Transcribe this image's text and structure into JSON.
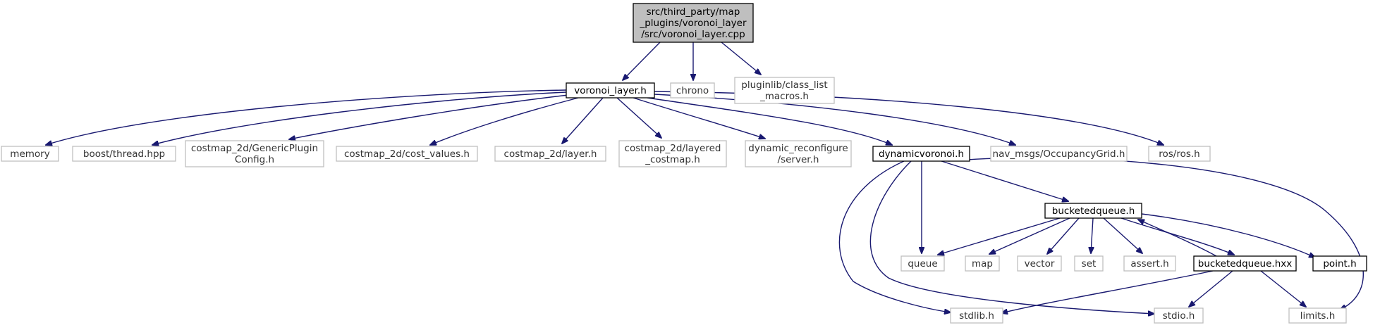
{
  "graph": {
    "nodes": {
      "root": {
        "lines": [
          "src/third_party/map",
          "_plugins/voronoi_layer",
          "/src/voronoi_layer.cpp"
        ],
        "kind": "root"
      },
      "voronoi_layer_h": {
        "lines": [
          "voronoi_layer.h"
        ],
        "kind": "doc"
      },
      "chrono": {
        "lines": [
          "chrono"
        ],
        "kind": "external"
      },
      "pluginlib": {
        "lines": [
          "pluginlib/class_list",
          "_macros.h"
        ],
        "kind": "external"
      },
      "memory": {
        "lines": [
          "memory"
        ],
        "kind": "external"
      },
      "boost_thread": {
        "lines": [
          "boost/thread.hpp"
        ],
        "kind": "external"
      },
      "generic_plugin": {
        "lines": [
          "costmap_2d/GenericPlugin",
          "Config.h"
        ],
        "kind": "external"
      },
      "cost_values": {
        "lines": [
          "costmap_2d/cost_values.h"
        ],
        "kind": "external"
      },
      "layer_h": {
        "lines": [
          "costmap_2d/layer.h"
        ],
        "kind": "external"
      },
      "layered_costmap": {
        "lines": [
          "costmap_2d/layered",
          "_costmap.h"
        ],
        "kind": "external"
      },
      "dyn_reconf": {
        "lines": [
          "dynamic_reconfigure",
          "/server.h"
        ],
        "kind": "external"
      },
      "dynamicvoronoi": {
        "lines": [
          "dynamicvoronoi.h"
        ],
        "kind": "doc"
      },
      "occupancy": {
        "lines": [
          "nav_msgs/OccupancyGrid.h"
        ],
        "kind": "external"
      },
      "ros_h": {
        "lines": [
          "ros/ros.h"
        ],
        "kind": "external"
      },
      "bucketedqueue_h": {
        "lines": [
          "bucketedqueue.h"
        ],
        "kind": "doc"
      },
      "queue": {
        "lines": [
          "queue"
        ],
        "kind": "external"
      },
      "map": {
        "lines": [
          "map"
        ],
        "kind": "external"
      },
      "vector": {
        "lines": [
          "vector"
        ],
        "kind": "external"
      },
      "set": {
        "lines": [
          "set"
        ],
        "kind": "external"
      },
      "assert_h": {
        "lines": [
          "assert.h"
        ],
        "kind": "external"
      },
      "bucketedqueue_hxx": {
        "lines": [
          "bucketedqueue.hxx"
        ],
        "kind": "doc"
      },
      "point_h": {
        "lines": [
          "point.h"
        ],
        "kind": "doc"
      },
      "stdlib_h": {
        "lines": [
          "stdlib.h"
        ],
        "kind": "external"
      },
      "stdio_h": {
        "lines": [
          "stdio.h"
        ],
        "kind": "external"
      },
      "limits_h": {
        "lines": [
          "limits.h"
        ],
        "kind": "external"
      }
    },
    "edges": [
      [
        "root",
        "voronoi_layer_h"
      ],
      [
        "root",
        "chrono"
      ],
      [
        "root",
        "pluginlib"
      ],
      [
        "voronoi_layer_h",
        "memory"
      ],
      [
        "voronoi_layer_h",
        "boost_thread"
      ],
      [
        "voronoi_layer_h",
        "generic_plugin"
      ],
      [
        "voronoi_layer_h",
        "cost_values"
      ],
      [
        "voronoi_layer_h",
        "layer_h"
      ],
      [
        "voronoi_layer_h",
        "layered_costmap"
      ],
      [
        "voronoi_layer_h",
        "dyn_reconf"
      ],
      [
        "voronoi_layer_h",
        "dynamicvoronoi"
      ],
      [
        "voronoi_layer_h",
        "occupancy"
      ],
      [
        "voronoi_layer_h",
        "ros_h"
      ],
      [
        "dynamicvoronoi",
        "bucketedqueue_h"
      ],
      [
        "dynamicvoronoi",
        "queue"
      ],
      [
        "dynamicvoronoi",
        "stdlib_h"
      ],
      [
        "dynamicvoronoi",
        "stdio_h"
      ],
      [
        "dynamicvoronoi",
        "limits_h"
      ],
      [
        "bucketedqueue_h",
        "queue"
      ],
      [
        "bucketedqueue_h",
        "map"
      ],
      [
        "bucketedqueue_h",
        "vector"
      ],
      [
        "bucketedqueue_h",
        "set"
      ],
      [
        "bucketedqueue_h",
        "assert_h"
      ],
      [
        "bucketedqueue_h",
        "bucketedqueue_hxx"
      ],
      [
        "bucketedqueue_h",
        "point_h"
      ],
      [
        "bucketedqueue_hxx",
        "bucketedqueue_h"
      ],
      [
        "bucketedqueue_hxx",
        "stdlib_h"
      ],
      [
        "bucketedqueue_hxx",
        "stdio_h"
      ],
      [
        "bucketedqueue_hxx",
        "limits_h"
      ]
    ],
    "colors": {
      "edge": "#191970",
      "external_border": "#bfbfbf",
      "root_fill": "#bfbfbf",
      "doc_border": "#000000"
    }
  }
}
